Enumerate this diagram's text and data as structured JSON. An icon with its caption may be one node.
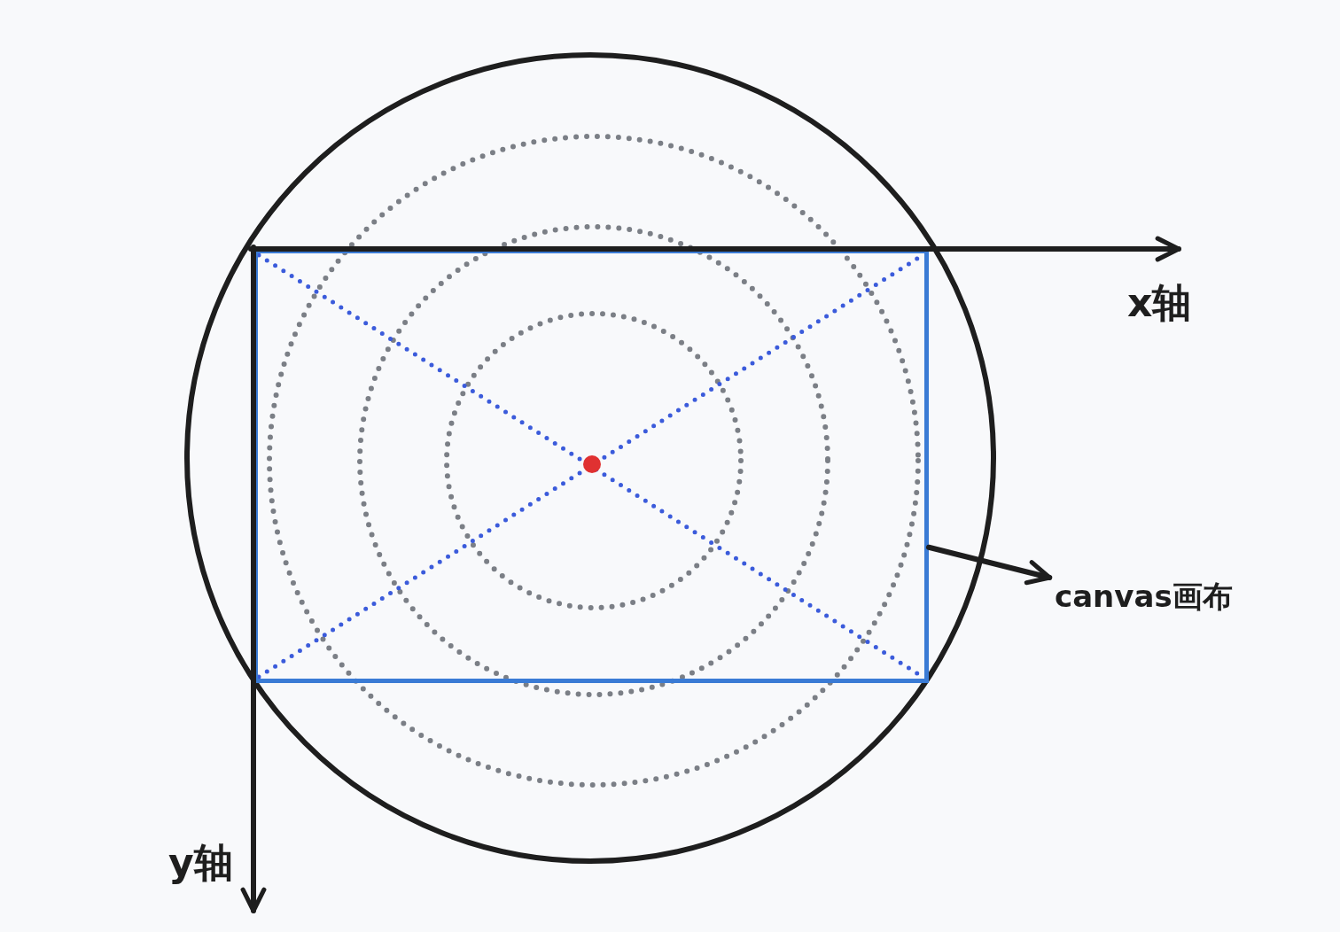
{
  "diagram": {
    "nodes": [
      {
        "text": [],
        "shape": "box"
      },
      {
        "text": [
          "canvas画布"
        ]
      }
    ],
    "edges": [
      {
        "from": 0,
        "to": 1,
        "arrow": "to"
      }
    ],
    "labels": [
      "x轴",
      "y轴"
    ]
  }
}
